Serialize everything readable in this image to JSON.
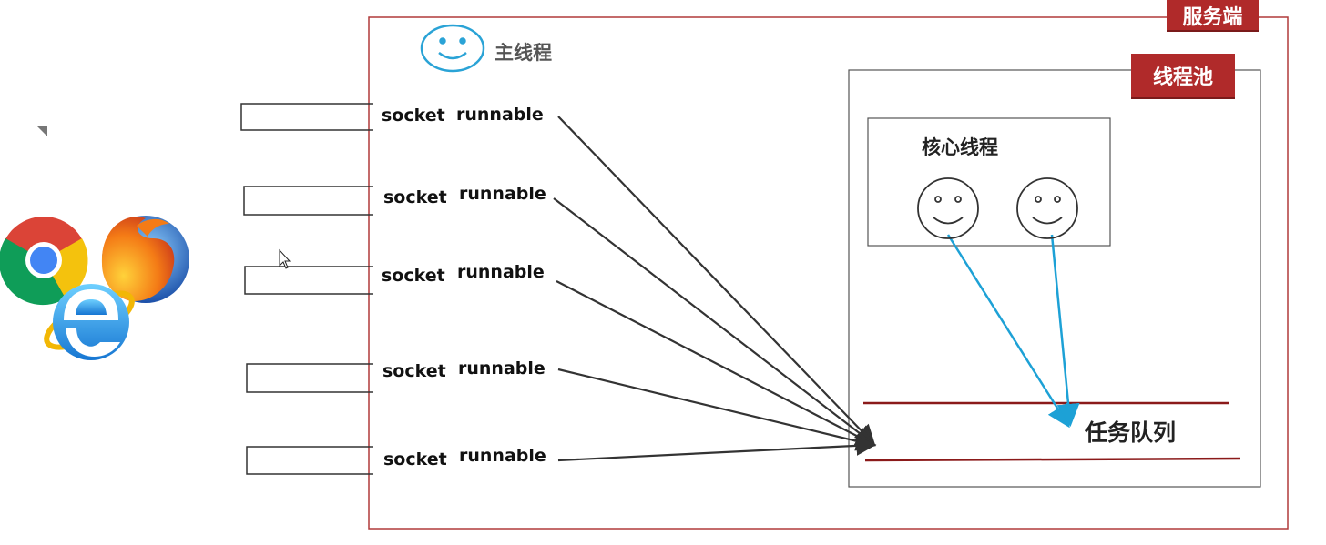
{
  "server_label": "服务端",
  "main_thread_label": "主线程",
  "thread_pool_label": "线程池",
  "core_threads_label": "核心线程",
  "task_queue_label": "任务队列",
  "rows": [
    {
      "socket": "socket",
      "runnable": "runnable"
    },
    {
      "socket": "socket",
      "runnable": "runnable"
    },
    {
      "socket": "socket",
      "runnable": "runnable"
    },
    {
      "socket": "socket",
      "runnable": "runnable"
    },
    {
      "socket": "socket",
      "runnable": "runnable"
    }
  ],
  "browser_icons": [
    "chrome-icon",
    "firefox-icon",
    "ie-icon"
  ],
  "colors": {
    "server_border": "#b03a3a",
    "tag_bg": "#b02a2a",
    "main_thread_face": "#2aa3d6",
    "queue_line": "#8b1a1a",
    "worker_arrow": "#1da1d6",
    "socket_arrow": "#333333"
  }
}
